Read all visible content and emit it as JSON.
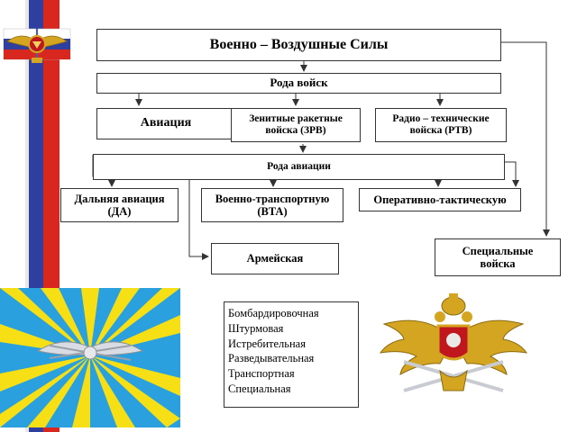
{
  "diagram": {
    "title": "Военно – Воздушные Силы",
    "branches_header": "Рода войск",
    "branches": {
      "aviation": "Авиация",
      "zrv": "Зенитные ракетные\nвойска (ЗРВ)",
      "rtv": "Радио – технические\nвойска (РТВ)"
    },
    "aviation_types_header": "Рода авиации",
    "aviation_types": {
      "long_range": "Дальняя авиация\n(ДА)",
      "transport": "Военно-транспортную\n(ВТА)",
      "tactical": "Оперативно-тактическую",
      "army": "Армейская"
    },
    "special_troops": "Специальные\nвойска",
    "aviation_kinds": [
      "Бомбардировочная",
      "Штурмовая",
      "Истребительная",
      "Разведывательная",
      "Транспортная",
      "Специальная"
    ]
  },
  "colors": {
    "stripe_white": "#ffffff",
    "stripe_blue": "#2f3f9f",
    "stripe_red": "#d8271f",
    "flag_sky": "#2aa0df",
    "flag_yellow": "#f7df16",
    "emblem_gold": "#d4a520",
    "emblem_red": "#c0161d"
  },
  "icons": {
    "top_emblem": "air-force-emblem-icon",
    "flag": "air-force-flag-icon",
    "eagle": "double-headed-eagle-emblem-icon"
  }
}
